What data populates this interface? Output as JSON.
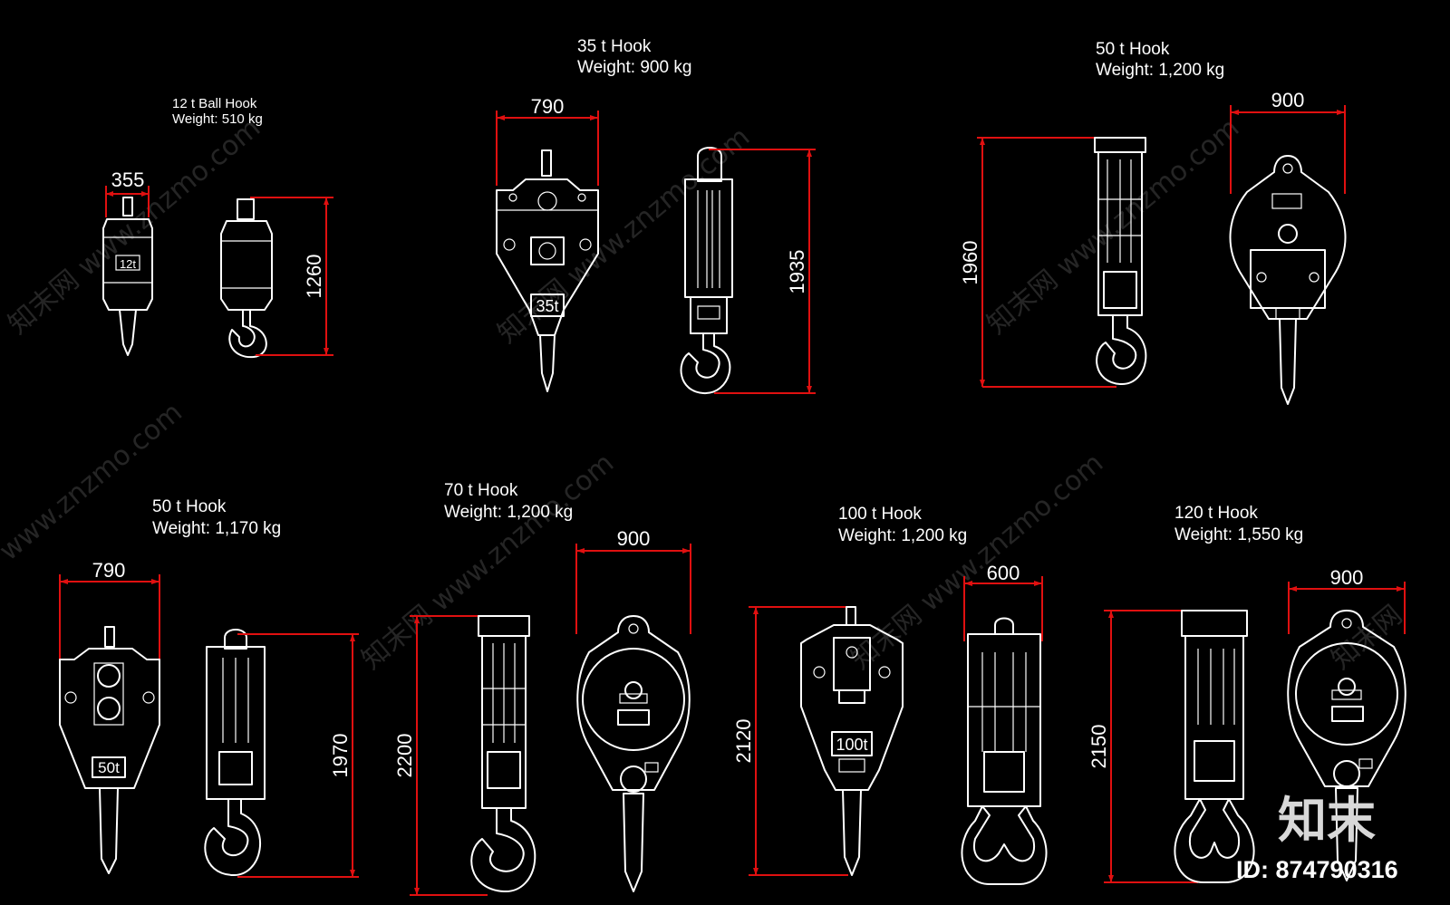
{
  "hooks": [
    {
      "title": "12 t Ball Hook",
      "weight": "Weight: 510 kg",
      "width": "355",
      "height": "1260",
      "badge": "12t"
    },
    {
      "title": "35 t Hook",
      "weight": "Weight: 900 kg",
      "width": "790",
      "height": "1935",
      "badge": "35t"
    },
    {
      "title": "50 t Hook",
      "weight": "Weight: 1,200 kg",
      "width": "900",
      "height": "1960"
    },
    {
      "title": "50 t Hook",
      "weight": "Weight: 1,170 kg",
      "width": "790",
      "height": "1970",
      "badge": "50t"
    },
    {
      "title": "70 t Hook",
      "weight": "Weight: 1,200 kg",
      "width": "900",
      "height": "2200"
    },
    {
      "title": "100 t Hook",
      "weight": "Weight: 1,200 kg",
      "width": "600",
      "height": "2120",
      "badge": "100t"
    },
    {
      "title": "120 t Hook",
      "weight": "Weight: 1,550 kg",
      "width": "900",
      "height": "2150"
    }
  ],
  "watermark": {
    "site": "www.znzmo.com",
    "brand": "知末网",
    "logo": "知末",
    "id_label": "ID: 874790316"
  },
  "colors": {
    "background": "#000000",
    "line": "#ffffff",
    "dimension": "#e01010"
  }
}
